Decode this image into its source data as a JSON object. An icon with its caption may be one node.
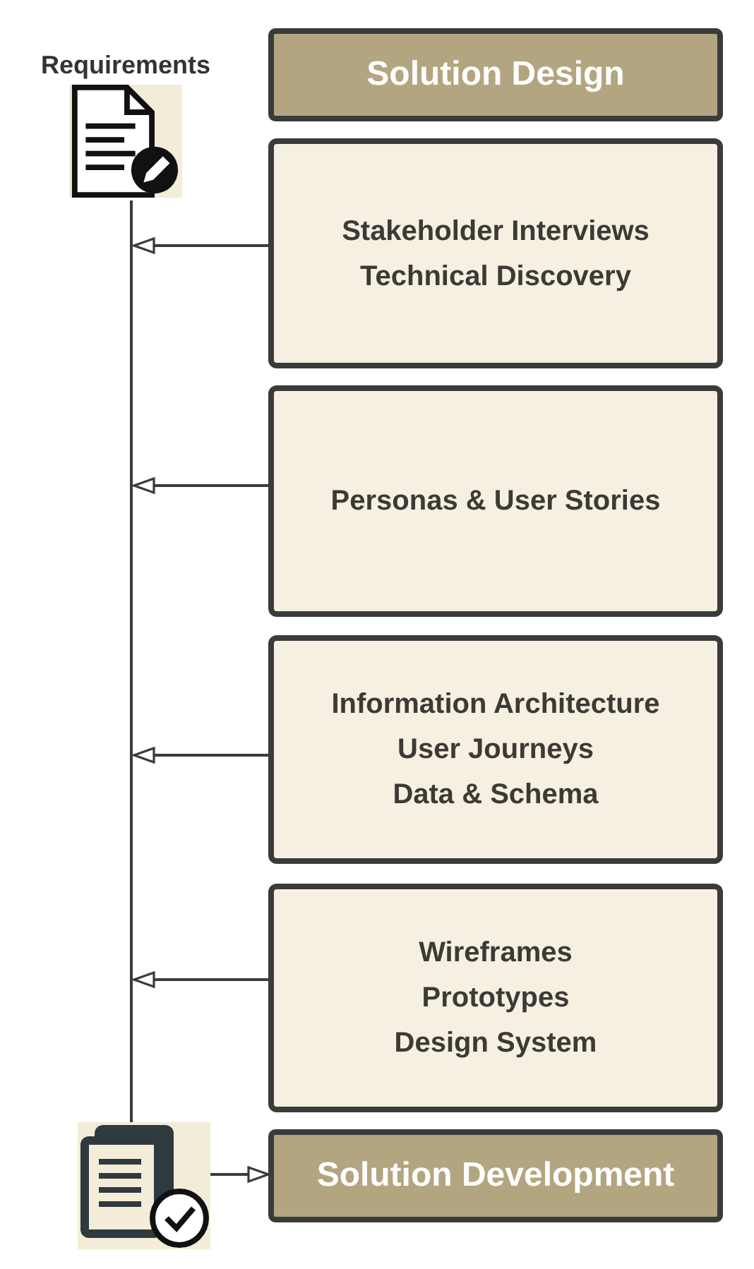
{
  "diagram": {
    "nodes": [
      {
        "text": [
          "Requirements"
        ]
      },
      {
        "text": [
          "Solution Design"
        ]
      },
      {
        "text": [
          "Stakeholder Interviews",
          "Technical Discovery"
        ]
      },
      {
        "text": [
          "Personas & User Stories"
        ]
      },
      {
        "text": [
          "Information Architecture",
          "User Journeys",
          "Data & Schema"
        ]
      },
      {
        "text": [
          "Wireframes",
          "Prototypes",
          "Design System"
        ]
      },
      {
        "text": [],
        "shape": "picture"
      },
      {
        "text": [
          "Solution Development"
        ]
      }
    ],
    "edges": [
      {
        "from": 0,
        "to": 6,
        "arrow": "none"
      },
      {
        "from": 2,
        "to": null,
        "arrow": "to"
      },
      {
        "from": 3,
        "to": null,
        "arrow": "to"
      },
      {
        "from": 4,
        "to": null,
        "arrow": "to"
      },
      {
        "from": 5,
        "to": null,
        "arrow": "to"
      },
      {
        "from": 6,
        "to": 7,
        "arrow": "to"
      }
    ]
  }
}
